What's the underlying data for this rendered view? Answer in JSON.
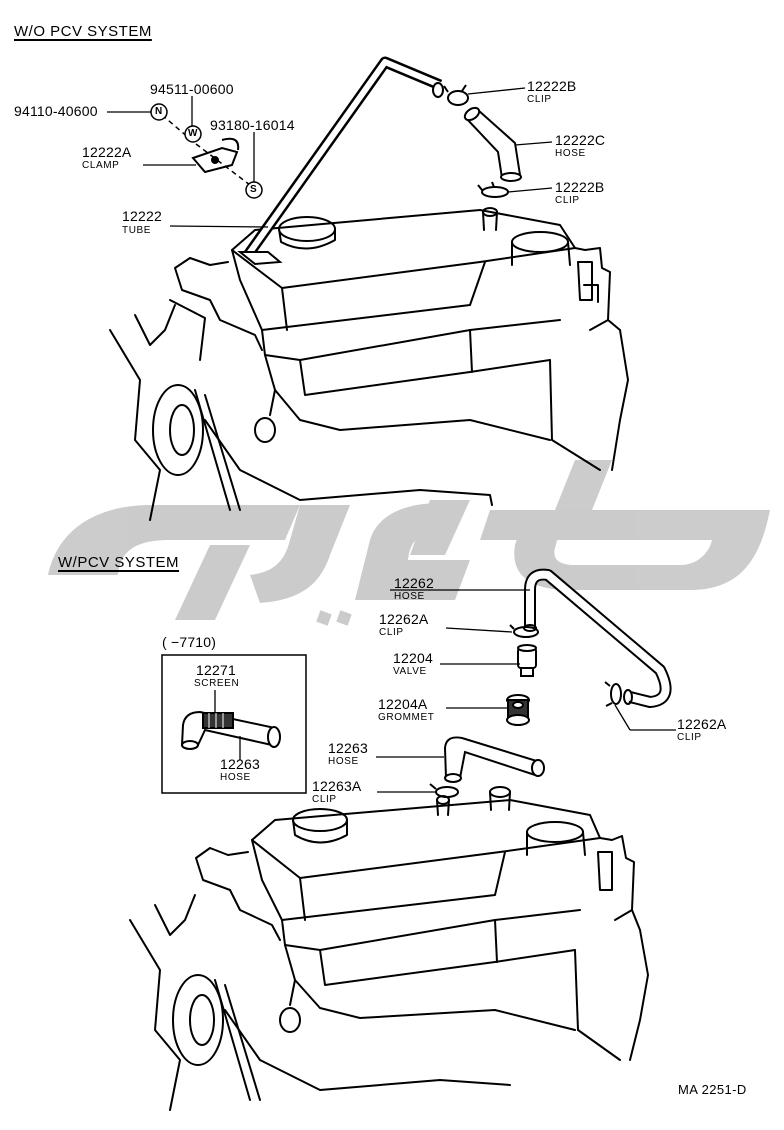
{
  "sections": {
    "wo_pcv": "W/O PCV SYSTEM",
    "w_pcv": "W/PCV SYSTEM"
  },
  "parts": {
    "p94110": {
      "number": "94110-40600"
    },
    "p94511": {
      "number": "94511-00600"
    },
    "p93180": {
      "number": "93180-16014"
    },
    "p12222A": {
      "number": "12222A",
      "name": "CLAMP"
    },
    "p12222": {
      "number": "12222",
      "name": "TUBE"
    },
    "p12222B_top": {
      "number": "12222B",
      "name": "CLIP"
    },
    "p12222C": {
      "number": "12222C",
      "name": "HOSE"
    },
    "p12222B_bot": {
      "number": "12222B",
      "name": "CLIP"
    },
    "p12262": {
      "number": "12262",
      "name": "HOSE"
    },
    "p12262A_top": {
      "number": "12262A",
      "name": "CLIP"
    },
    "p12204": {
      "number": "12204",
      "name": "VALVE"
    },
    "p12204A": {
      "number": "12204A",
      "name": "GROMMET"
    },
    "p12262A_right": {
      "number": "12262A",
      "name": "CLIP"
    },
    "p12263": {
      "number": "12263",
      "name": "HOSE"
    },
    "p12263A": {
      "number": "12263A",
      "name": "CLIP"
    },
    "inset_12271": {
      "number": "12271",
      "name": "SCREEN"
    },
    "inset_12263": {
      "number": "12263",
      "name": "HOSE"
    }
  },
  "inset": {
    "range": "(      −7710)"
  },
  "symbols": {
    "n": "N",
    "w": "W",
    "s": "S"
  },
  "figure_code": "MA 2251-D",
  "watermark": {
    "text": "تویوتا",
    "color": "#c8c8c8"
  }
}
